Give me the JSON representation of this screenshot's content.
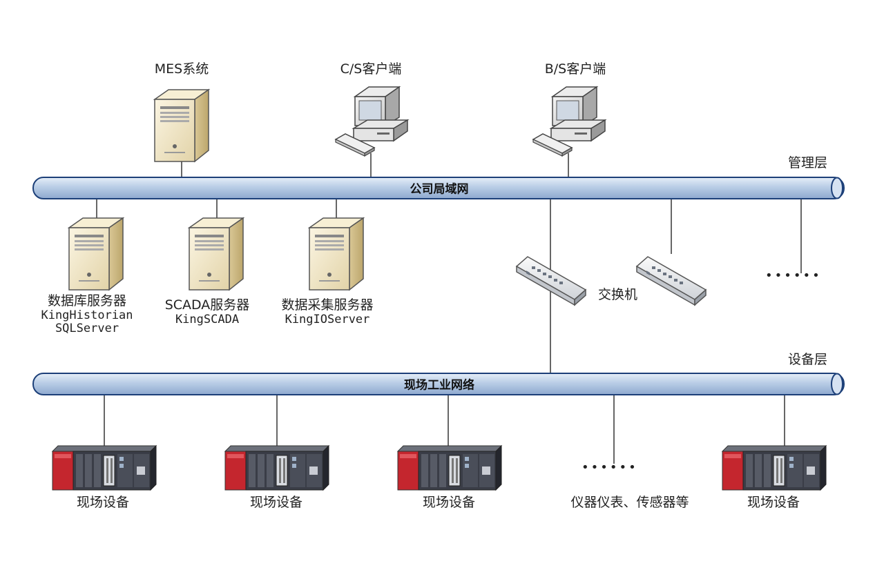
{
  "top_nodes": [
    {
      "label": "MES系统",
      "icon": "server-icon"
    },
    {
      "label": "C/S客户端",
      "icon": "desktop-computer-icon"
    },
    {
      "label": "B/S客户端",
      "icon": "desktop-computer-icon"
    }
  ],
  "layers": {
    "management": "管理层",
    "device": "设备层"
  },
  "buses": {
    "company_lan": "公司局域网",
    "field_network": "现场工业网络"
  },
  "servers": [
    {
      "lines": [
        "数据库服务器",
        "KingHistorian",
        "SQLServer"
      ],
      "icon": "server-icon"
    },
    {
      "lines": [
        "SCADA服务器",
        "KingSCADA"
      ],
      "icon": "server-icon"
    },
    {
      "lines": [
        "数据采集服务器",
        "KingIOServer"
      ],
      "icon": "server-icon"
    }
  ],
  "switch_label": "交换机",
  "ellipsis": "••••••",
  "field_devices": [
    "现场设备",
    "现场设备",
    "现场设备",
    "仪器仪表、传感器等",
    "现场设备"
  ],
  "colors": {
    "bus_fill": "#b9cde6",
    "bus_stroke": "#1c3f78",
    "server_body": "#f0e6c8",
    "plc_red": "#c4262e",
    "plc_body": "#3a3d47"
  }
}
